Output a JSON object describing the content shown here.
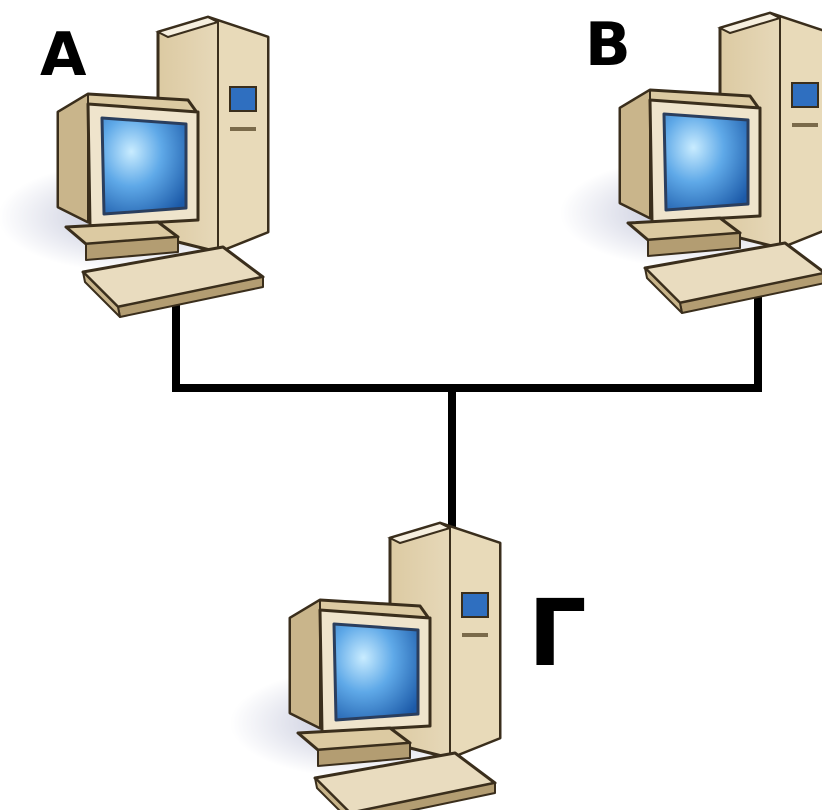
{
  "diagram": {
    "nodes": [
      {
        "id": "A",
        "label": "А",
        "icon": "desktop-computer-icon"
      },
      {
        "id": "B",
        "label": "В",
        "icon": "desktop-computer-icon"
      },
      {
        "id": "G",
        "label": "Г",
        "icon": "desktop-computer-icon"
      }
    ],
    "connections": [
      {
        "from": "A",
        "to": "bus"
      },
      {
        "from": "B",
        "to": "bus"
      },
      {
        "from": "G",
        "to": "bus"
      }
    ],
    "colors": {
      "case_light": "#efe4cc",
      "case_mid": "#dccaa2",
      "case_dark": "#b39d72",
      "outline": "#3a2e1c",
      "screen_blue": "#3d8ad6",
      "screen_highlight": "#bfe4ff",
      "shadow": "#c5c8db",
      "wire": "#000000"
    }
  }
}
